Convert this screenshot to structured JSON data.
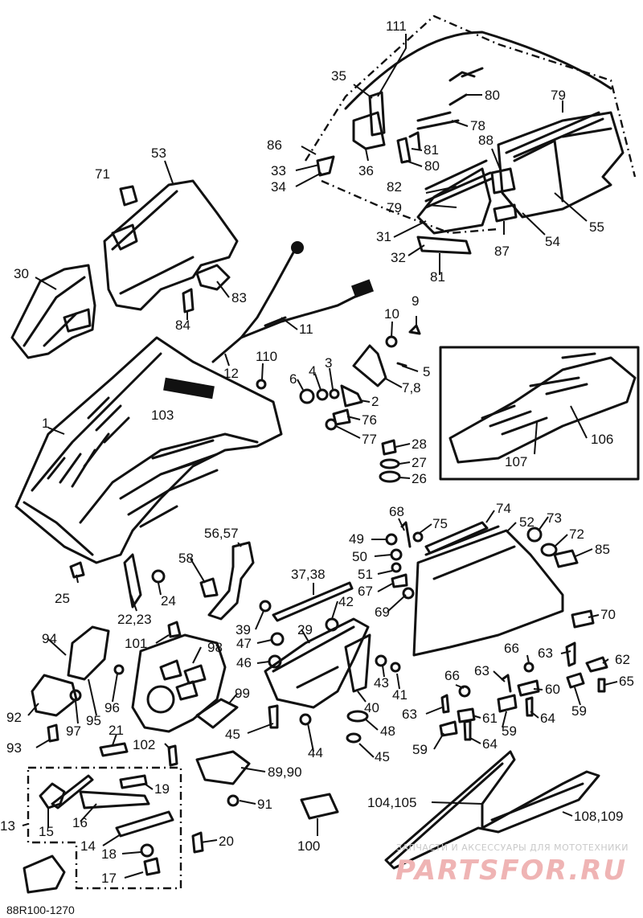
{
  "diagram": {
    "drawing_code": "88R100-1270",
    "watermark": {
      "line1": "ЗАПЧАСТИ И АКСЕССУАРЫ ДЛЯ МОТОТЕХНИКИ",
      "line2": "PARTSFOR.RU"
    },
    "emblem_text": "103",
    "callouts": [
      {
        "id": "c111",
        "text": "111"
      },
      {
        "id": "c35",
        "text": "35"
      },
      {
        "id": "c80a",
        "text": "80"
      },
      {
        "id": "c79a",
        "text": "79"
      },
      {
        "id": "c78",
        "text": "78"
      },
      {
        "id": "c86",
        "text": "86"
      },
      {
        "id": "c81a",
        "text": "81"
      },
      {
        "id": "c88",
        "text": "88"
      },
      {
        "id": "c33",
        "text": "33"
      },
      {
        "id": "c80b",
        "text": "80"
      },
      {
        "id": "c36",
        "text": "36"
      },
      {
        "id": "c34",
        "text": "34"
      },
      {
        "id": "c82",
        "text": "82"
      },
      {
        "id": "c79b",
        "text": "79"
      },
      {
        "id": "c53",
        "text": "53"
      },
      {
        "id": "c71",
        "text": "71"
      },
      {
        "id": "c55",
        "text": "55"
      },
      {
        "id": "c31",
        "text": "31"
      },
      {
        "id": "c54",
        "text": "54"
      },
      {
        "id": "c87",
        "text": "87"
      },
      {
        "id": "c32",
        "text": "32"
      },
      {
        "id": "c30",
        "text": "30"
      },
      {
        "id": "c81b",
        "text": "81"
      },
      {
        "id": "c83",
        "text": "83"
      },
      {
        "id": "c84",
        "text": "84"
      },
      {
        "id": "c9",
        "text": "9"
      },
      {
        "id": "c10",
        "text": "10"
      },
      {
        "id": "c11",
        "text": "11"
      },
      {
        "id": "c110",
        "text": "110"
      },
      {
        "id": "c3",
        "text": "3"
      },
      {
        "id": "c4",
        "text": "4"
      },
      {
        "id": "c5",
        "text": "5"
      },
      {
        "id": "c6",
        "text": "6"
      },
      {
        "id": "c12",
        "text": "12"
      },
      {
        "id": "c78b",
        "text": "7,8"
      },
      {
        "id": "c1",
        "text": "1"
      },
      {
        "id": "c2",
        "text": "2"
      },
      {
        "id": "c103",
        "text": "103"
      },
      {
        "id": "c76",
        "text": "76"
      },
      {
        "id": "c77",
        "text": "77"
      },
      {
        "id": "c106",
        "text": "106"
      },
      {
        "id": "c28",
        "text": "28"
      },
      {
        "id": "c107",
        "text": "107"
      },
      {
        "id": "c27",
        "text": "27"
      },
      {
        "id": "c26",
        "text": "26"
      },
      {
        "id": "c74",
        "text": "74"
      },
      {
        "id": "c68",
        "text": "68"
      },
      {
        "id": "c52",
        "text": "52"
      },
      {
        "id": "c73",
        "text": "73"
      },
      {
        "id": "c49",
        "text": "49"
      },
      {
        "id": "c75",
        "text": "75"
      },
      {
        "id": "c5657",
        "text": "56,57"
      },
      {
        "id": "c72",
        "text": "72"
      },
      {
        "id": "c85",
        "text": "85"
      },
      {
        "id": "c50",
        "text": "50"
      },
      {
        "id": "c58",
        "text": "58"
      },
      {
        "id": "c25",
        "text": "25"
      },
      {
        "id": "c51",
        "text": "51"
      },
      {
        "id": "c3738",
        "text": "37,38"
      },
      {
        "id": "c24",
        "text": "24"
      },
      {
        "id": "c67",
        "text": "67"
      },
      {
        "id": "c42",
        "text": "42"
      },
      {
        "id": "c69",
        "text": "69"
      },
      {
        "id": "c2223",
        "text": "22,23"
      },
      {
        "id": "c70",
        "text": "70"
      },
      {
        "id": "c39",
        "text": "39"
      },
      {
        "id": "c29",
        "text": "29"
      },
      {
        "id": "c94",
        "text": "94"
      },
      {
        "id": "c101",
        "text": "101"
      },
      {
        "id": "c47",
        "text": "47"
      },
      {
        "id": "c98",
        "text": "98"
      },
      {
        "id": "c66a",
        "text": "66"
      },
      {
        "id": "c63a",
        "text": "63"
      },
      {
        "id": "c62",
        "text": "62"
      },
      {
        "id": "c46",
        "text": "46"
      },
      {
        "id": "c66b",
        "text": "66"
      },
      {
        "id": "c63b",
        "text": "63"
      },
      {
        "id": "c65",
        "text": "65"
      },
      {
        "id": "c43",
        "text": "43"
      },
      {
        "id": "c60",
        "text": "60"
      },
      {
        "id": "c41",
        "text": "41"
      },
      {
        "id": "c99",
        "text": "99"
      },
      {
        "id": "c96",
        "text": "96"
      },
      {
        "id": "c92",
        "text": "92"
      },
      {
        "id": "c95",
        "text": "95"
      },
      {
        "id": "c40",
        "text": "40"
      },
      {
        "id": "c59a",
        "text": "59"
      },
      {
        "id": "c97",
        "text": "97"
      },
      {
        "id": "c63c",
        "text": "63"
      },
      {
        "id": "c61",
        "text": "61"
      },
      {
        "id": "c64a",
        "text": "64"
      },
      {
        "id": "c45a",
        "text": "45"
      },
      {
        "id": "c48",
        "text": "48"
      },
      {
        "id": "c59b",
        "text": "59"
      },
      {
        "id": "c93",
        "text": "93"
      },
      {
        "id": "c21",
        "text": "21"
      },
      {
        "id": "c102",
        "text": "102"
      },
      {
        "id": "c44",
        "text": "44"
      },
      {
        "id": "c45b",
        "text": "45"
      },
      {
        "id": "c59c",
        "text": "59"
      },
      {
        "id": "c64b",
        "text": "64"
      },
      {
        "id": "c8990",
        "text": "89,90"
      },
      {
        "id": "c19",
        "text": "19"
      },
      {
        "id": "c104105",
        "text": "104,105"
      },
      {
        "id": "c91",
        "text": "91"
      },
      {
        "id": "c13",
        "text": "13"
      },
      {
        "id": "c16",
        "text": "16"
      },
      {
        "id": "c108109",
        "text": "108,109"
      },
      {
        "id": "c15",
        "text": "15"
      },
      {
        "id": "c20",
        "text": "20"
      },
      {
        "id": "c14",
        "text": "14"
      },
      {
        "id": "c100",
        "text": "100"
      },
      {
        "id": "c18",
        "text": "18"
      },
      {
        "id": "c17",
        "text": "17"
      }
    ]
  }
}
